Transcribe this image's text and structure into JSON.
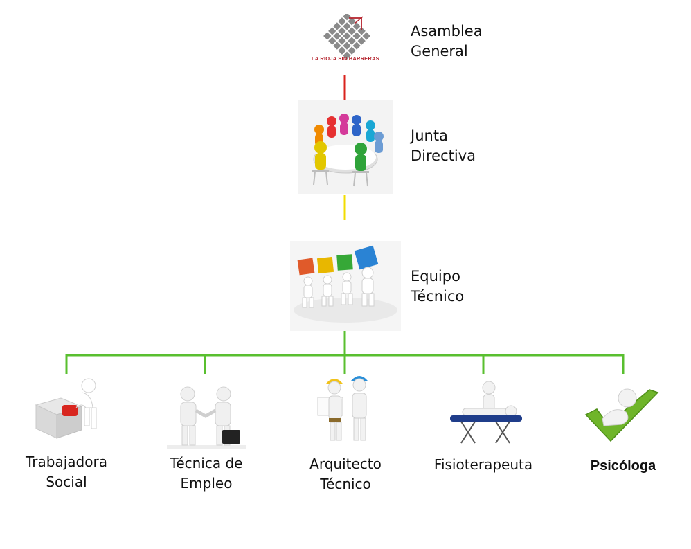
{
  "colors": {
    "red_line": "#d9231d",
    "yellow_line": "#f2dc00",
    "green_line": "#59bf2f",
    "logo_red": "#b4202a"
  },
  "logo": {
    "text": "LA RIOJA SIN BARRERAS",
    "icon": "diamond-grid-logo"
  },
  "levels": [
    {
      "id": "asamblea",
      "line1": "Asamblea",
      "line2": "General",
      "icon": "logo-image"
    },
    {
      "id": "junta",
      "line1": "Junta",
      "line2": "Directiva",
      "icon": "round-table-meeting-image"
    },
    {
      "id": "equipo",
      "line1": "Equipo",
      "line2": "Técnico",
      "icon": "team-letters-image"
    }
  ],
  "members": [
    {
      "id": "trabajadora",
      "line1": "Trabajadora",
      "line2": "Social",
      "icon": "puzzle-cube-image"
    },
    {
      "id": "tecnica",
      "line1": "Técnica de",
      "line2": "Empleo",
      "icon": "handshake-image"
    },
    {
      "id": "arquitecto",
      "line1": "Arquitecto",
      "line2": "Técnico",
      "icon": "architects-helmet-image"
    },
    {
      "id": "fisio",
      "line1": "Fisioterapeuta",
      "line2": "",
      "icon": "massage-table-image"
    },
    {
      "id": "psicologa",
      "line1": "Psicóloga",
      "line2": "",
      "icon": "checkmark-relax-image"
    }
  ]
}
